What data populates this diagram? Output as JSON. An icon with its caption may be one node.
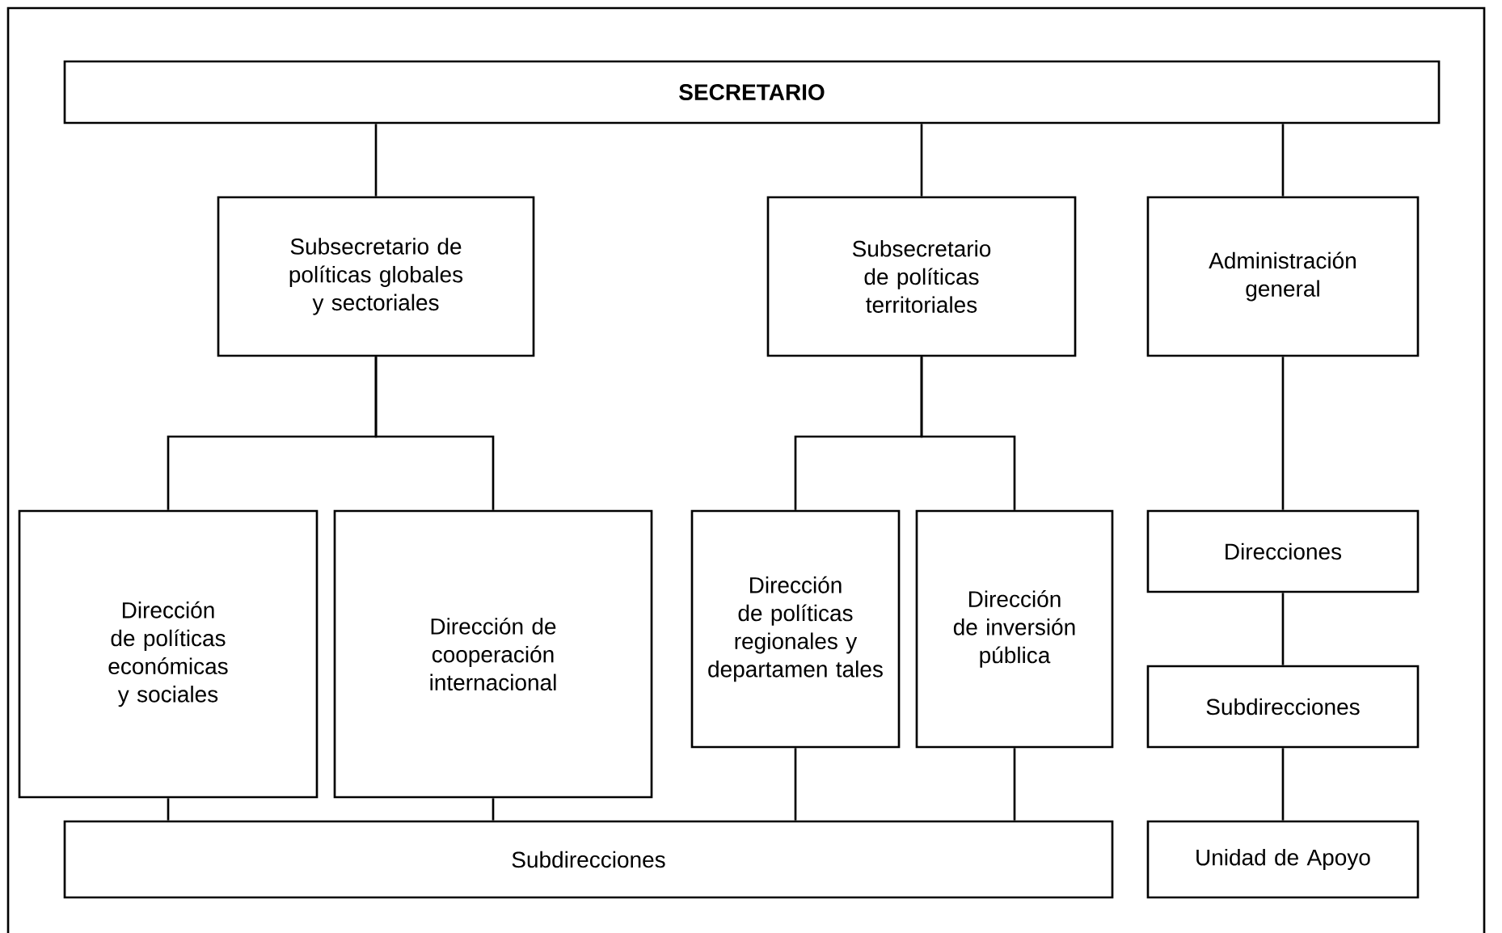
{
  "diagram": {
    "nodes": [
      {
        "text": [
          "SECRETARIO"
        ]
      },
      {
        "text": [
          "Subsecretario de políticas globales y sectoriales"
        ]
      },
      {
        "text": [
          "Subsecretario de políticas territoriales"
        ]
      },
      {
        "text": [
          "Administración general"
        ]
      },
      {
        "text": [
          "Dirección de políticas económicas y sociales"
        ]
      },
      {
        "text": [
          "Dirección de cooperación internacional"
        ]
      },
      {
        "text": [
          "Dirección de políticas regionales y departamen tales"
        ]
      },
      {
        "text": [
          "Dirección de inversión pública"
        ]
      },
      {
        "text": [
          "Direcciones"
        ]
      },
      {
        "text": [
          "Subdirecciones"
        ]
      },
      {
        "text": [
          "Unidad de Apoyo"
        ]
      },
      {
        "text": [
          "Subdirecciones"
        ]
      }
    ],
    "edges": [
      {
        "from": 0,
        "to": 1,
        "arrow": "none"
      },
      {
        "from": 0,
        "to": 2,
        "arrow": "none"
      },
      {
        "from": 0,
        "to": 3,
        "arrow": "none"
      },
      {
        "from": 1,
        "to": 4,
        "arrow": "none"
      },
      {
        "from": 1,
        "to": 5,
        "arrow": "none"
      },
      {
        "from": 2,
        "to": 6,
        "arrow": "none"
      },
      {
        "from": 2,
        "to": 7,
        "arrow": "none"
      },
      {
        "from": 3,
        "to": 8,
        "arrow": "none"
      },
      {
        "from": 8,
        "to": 9,
        "arrow": "none"
      },
      {
        "from": 9,
        "to": 10,
        "arrow": "none"
      },
      {
        "from": 4,
        "to": 11,
        "arrow": "none"
      },
      {
        "from": 5,
        "to": 11,
        "arrow": "none"
      },
      {
        "from": 6,
        "to": 11,
        "arrow": "none"
      },
      {
        "from": 7,
        "to": 11,
        "arrow": "none"
      }
    ]
  }
}
